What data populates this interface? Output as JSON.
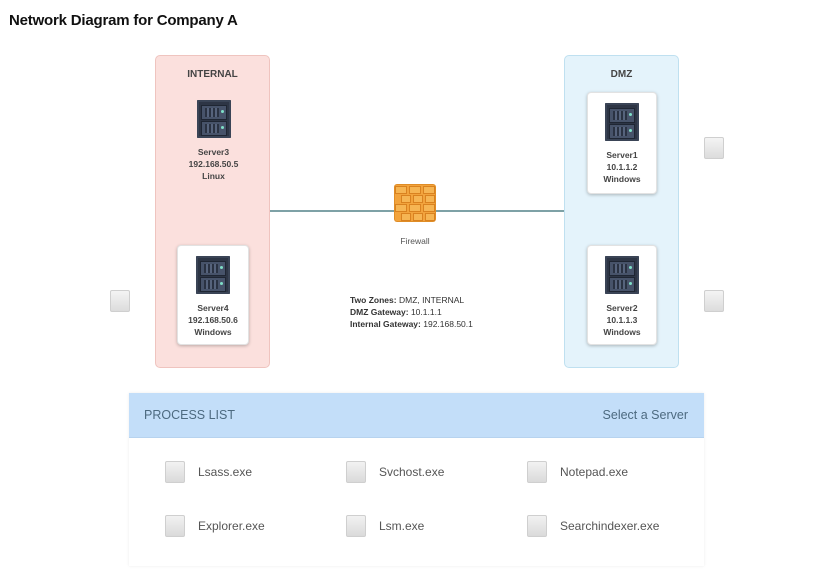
{
  "title": "Network Diagram for Company A",
  "zones": {
    "internal": {
      "label": "INTERNAL",
      "color": "#fbe0dd",
      "servers": [
        {
          "name": "Server3",
          "ip": "192.168.50.5",
          "os": "Linux",
          "icon": "server-rack-icon"
        },
        {
          "name": "Server4",
          "ip": "192.168.50.6",
          "os": "Windows",
          "icon": "server-rack-icon"
        }
      ]
    },
    "dmz": {
      "label": "DMZ",
      "color": "#e4f3fb",
      "servers": [
        {
          "name": "Server1",
          "ip": "10.1.1.2",
          "os": "Windows",
          "icon": "server-rack-icon"
        },
        {
          "name": "Server2",
          "ip": "10.1.1.3",
          "os": "Windows",
          "icon": "server-rack-icon"
        }
      ]
    }
  },
  "firewall": {
    "label": "Firewall",
    "icon": "firewall-brick-icon",
    "color": "#f2a33c"
  },
  "info": {
    "zones_label": "Two Zones:",
    "zones_value": "DMZ, INTERNAL",
    "dmz_gw_label": "DMZ Gateway:",
    "dmz_gw_value": "10.1.1.1",
    "internal_gw_label": "Internal Gateway:",
    "internal_gw_value": "192.168.50.1"
  },
  "process_panel": {
    "title": "PROCESS LIST",
    "select_label": "Select a Server",
    "header_color": "#c3def9",
    "processes": [
      {
        "label": "Lsass.exe",
        "checked": false
      },
      {
        "label": "Svchost.exe",
        "checked": false
      },
      {
        "label": "Notepad.exe",
        "checked": false
      },
      {
        "label": "Explorer.exe",
        "checked": false
      },
      {
        "label": "Lsm.exe",
        "checked": false
      },
      {
        "label": "Searchindexer.exe",
        "checked": false
      }
    ]
  }
}
